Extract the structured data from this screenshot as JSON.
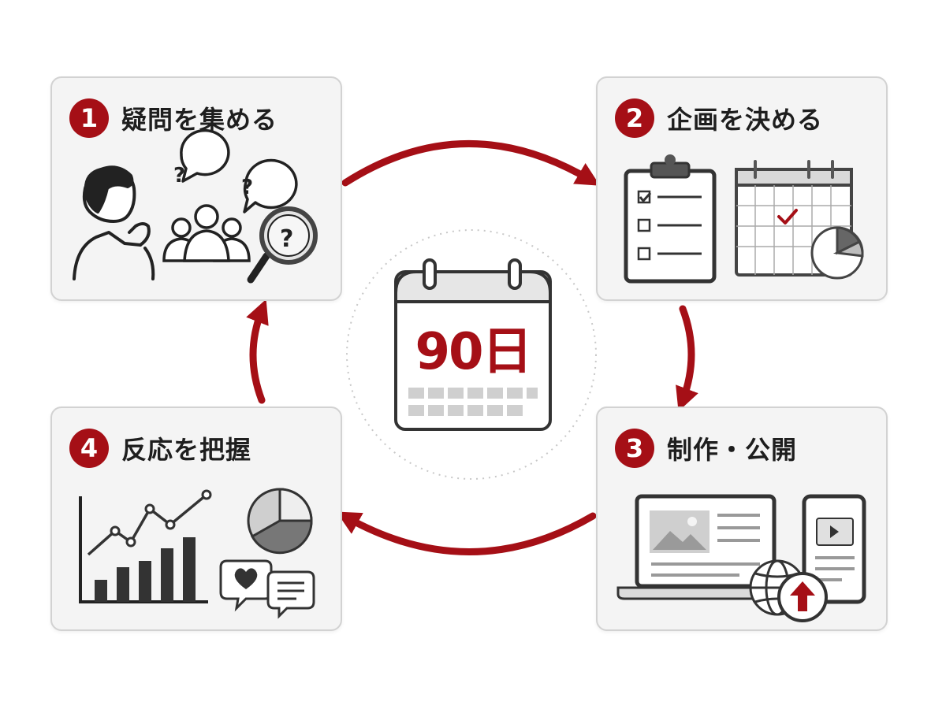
{
  "center": {
    "label": "90日",
    "icon": "calendar-icon"
  },
  "steps": [
    {
      "number": "1",
      "title": "疑問を集める",
      "icons": [
        "thinking-person-icon",
        "question-bubble-icon",
        "audience-icon",
        "magnifier-icon"
      ]
    },
    {
      "number": "2",
      "title": "企画を決める",
      "icons": [
        "checklist-clipboard-icon",
        "calendar-check-icon",
        "pie-chart-icon"
      ]
    },
    {
      "number": "3",
      "title": "制作・公開",
      "icons": [
        "laptop-icon",
        "smartphone-video-icon",
        "globe-icon",
        "upload-arrow-icon"
      ]
    },
    {
      "number": "4",
      "title": "反応を把握",
      "icons": [
        "bar-line-chart-icon",
        "pie-chart-icon",
        "heart-comment-icon",
        "message-icon"
      ]
    }
  ],
  "colors": {
    "accent": "#a50f16",
    "card_bg": "#f4f4f4",
    "card_border": "#d2d2d2",
    "ink": "#333333"
  }
}
